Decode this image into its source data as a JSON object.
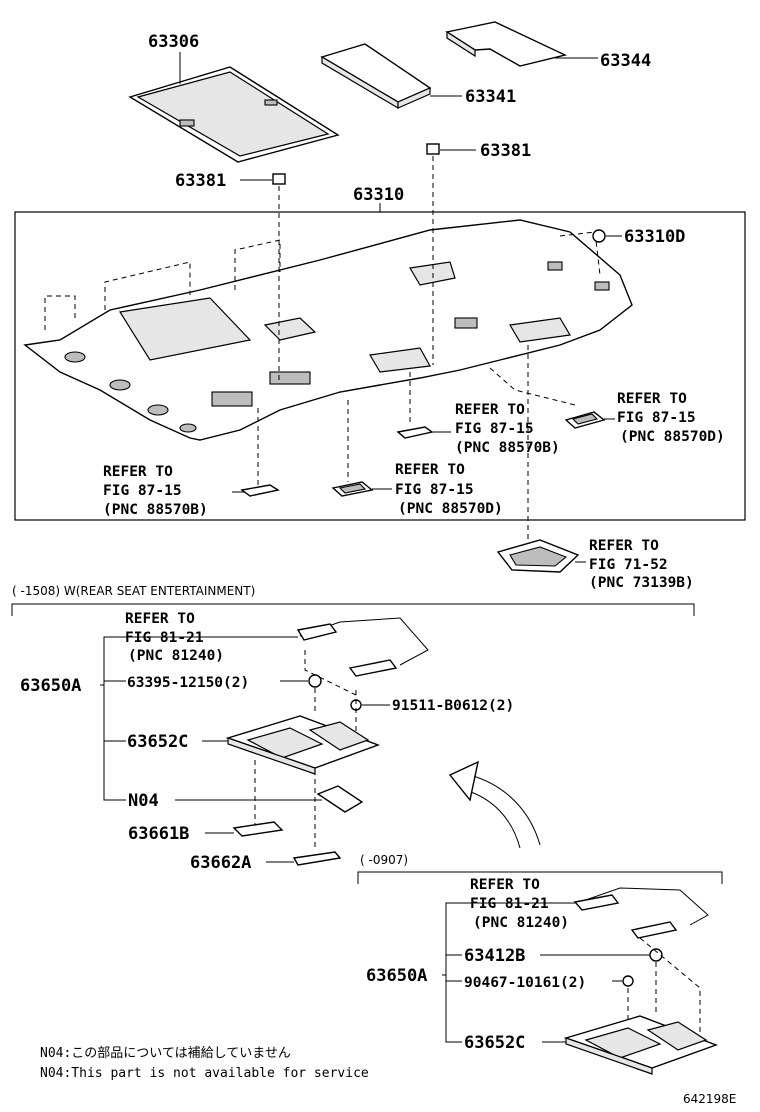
{
  "callouts": {
    "p63306": "63306",
    "p63341": "63341",
    "p63344": "63344",
    "p63381_a": "63381",
    "p63381_b": "63381",
    "p63310": "63310",
    "p63310D": "63310D"
  },
  "refs": {
    "ref_87_15_b_left": {
      "l1": "REFER TO",
      "l2": "FIG 87-15",
      "l3": "(PNC 88570B)"
    },
    "ref_87_15_d_mid": {
      "l1": "REFER TO",
      "l2": "FIG 87-15",
      "l3": "(PNC 88570D)"
    },
    "ref_87_15_b_mid": {
      "l1": "REFER TO",
      "l2": "FIG 87-15",
      "l3": "(PNC 88570B)"
    },
    "ref_87_15_d_right": {
      "l1": "REFER TO",
      "l2": "FIG 87-15",
      "l3": "(PNC 88570D)"
    },
    "ref_71_52": {
      "l1": "REFER TO",
      "l2": "FIG 71-52",
      "l3": "(PNC 73139B)"
    }
  },
  "section_rse": {
    "header": "(    -1508) W(REAR SEAT ENTERTAINMENT)",
    "ref": {
      "l1": "REFER TO",
      "l2": "FIG 81-21",
      "l3": "(PNC 81240)"
    },
    "assembly": "63650A",
    "screw": "63395-12150(2)",
    "bolt": "91511-B0612(2)",
    "housing": "63652C",
    "n04": "N04",
    "lens": "63661B",
    "cover": "63662A"
  },
  "section_0907": {
    "header": "(    -0907)",
    "ref": {
      "l1": "REFER TO",
      "l2": "FIG 81-21",
      "l3": "(PNC 81240)"
    },
    "assembly": "63650A",
    "clip": "63412B",
    "screw": "90467-10161(2)",
    "housing": "63652C"
  },
  "notes": {
    "jp": "N04:この部品については補給していません",
    "en": "N04:This part is not available for service"
  },
  "figure_id": "642198E"
}
